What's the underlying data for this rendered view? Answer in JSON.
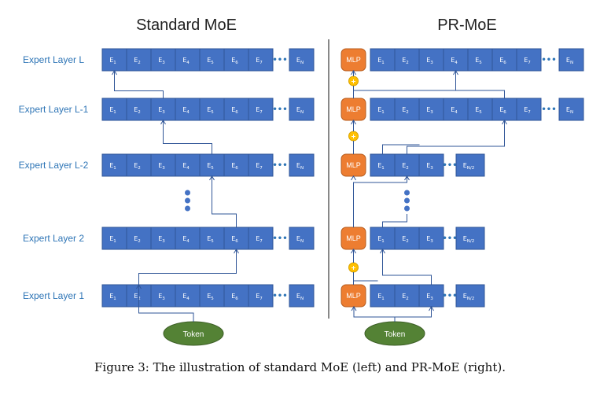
{
  "titles": {
    "left": "Standard MoE",
    "right": "PR-MoE"
  },
  "layer_labels": [
    "Expert Layer L",
    "Expert Layer L-1",
    "Expert Layer L-2",
    "Expert Layer 2",
    "Expert Layer 1"
  ],
  "experts_full": [
    {
      "main": "E",
      "sub": "1"
    },
    {
      "main": "E",
      "sub": "2"
    },
    {
      "main": "E",
      "sub": "3"
    },
    {
      "main": "E",
      "sub": "4"
    },
    {
      "main": "E",
      "sub": "5"
    },
    {
      "main": "E",
      "sub": "6"
    },
    {
      "main": "E",
      "sub": "7"
    }
  ],
  "expert_last_full": {
    "main": "E",
    "sub": "N"
  },
  "experts_half": [
    {
      "main": "E",
      "sub": "1"
    },
    {
      "main": "E",
      "sub": "2"
    },
    {
      "main": "E",
      "sub": "3"
    }
  ],
  "expert_last_half": {
    "main": "E",
    "sub": "N/2"
  },
  "ellipsis": "•••",
  "mlp_label": "MLP",
  "plus_symbol": "+",
  "token_label": "Token",
  "caption": "Figure 3: The illustration of standard MoE (left) and PR-MoE (right).",
  "colors": {
    "expert": "#4472c4",
    "mlp": "#ed7d31",
    "adder": "#ffc000",
    "token": "#548235",
    "label": "#2e75b6"
  }
}
